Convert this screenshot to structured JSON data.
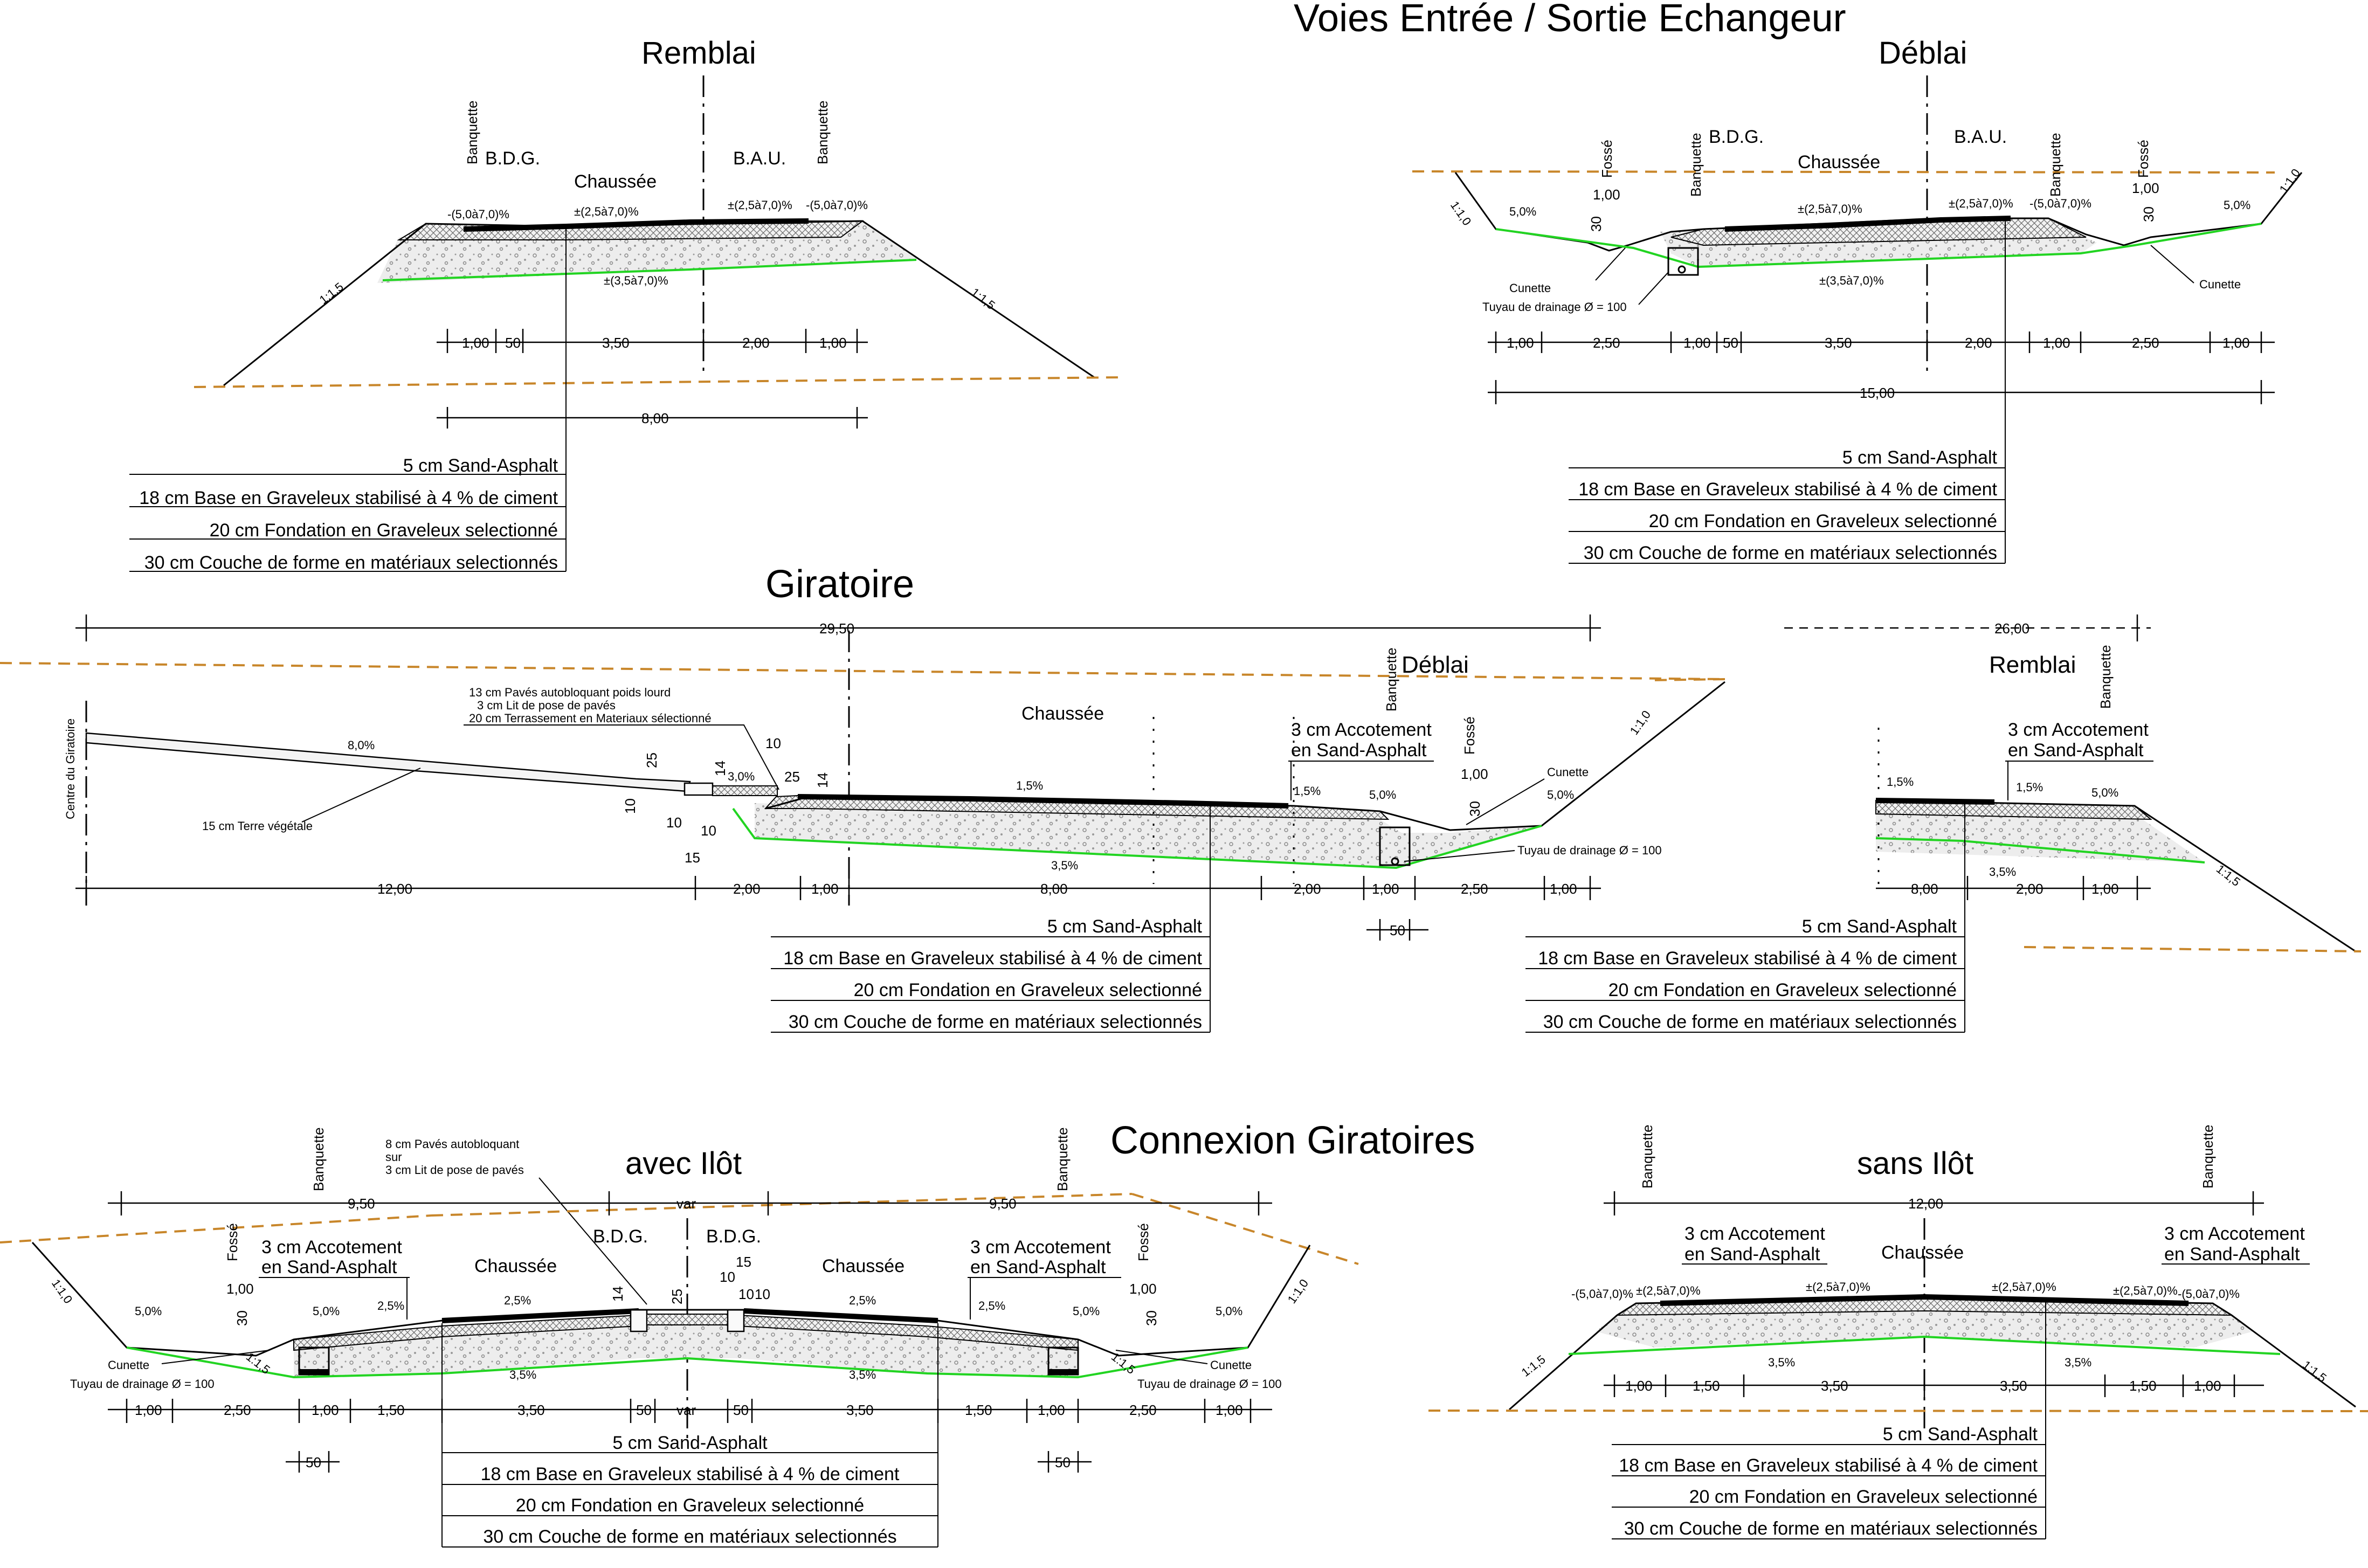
{
  "titles": {
    "main_top": "Voies Entrée / Sortie Echangeur",
    "giratoire": "Giratoire",
    "connexion": "Connexion Giratoires"
  },
  "voies_remblai": {
    "title": "Remblai",
    "labels": {
      "banquette_l": "Banquette",
      "banquette_r": "Banquette",
      "bdg": "B.D.G.",
      "bau": "B.A.U.",
      "chaussee": "Chaussée"
    },
    "slopes": {
      "l_outer": "-(5,0à7,0)%",
      "l_inner": "±(2,5à7,0)%",
      "r_inner": "±(2,5à7,0)%",
      "r_outer": "-(5,0à7,0)%",
      "bottom": "±(3,5à7,0)%",
      "talus_l": "1:1,5",
      "talus_r": "1:1,5"
    },
    "dims": [
      "1,00",
      "50",
      "3,50",
      "2,00",
      "1,00"
    ],
    "total": "8,00",
    "layers": [
      "5 cm Sand-Asphalt",
      "18 cm Base en Graveleux stabilisé à 4 % de ciment",
      "20 cm Fondation en Graveleux selectionné",
      "30 cm Couche de forme en matériaux selectionnés"
    ]
  },
  "voies_deblai": {
    "title": "Déblai",
    "labels": {
      "fosse_l": "Fossé",
      "banquette_l": "Banquette",
      "bdg": "B.D.G.",
      "bau": "B.A.U.",
      "banquette_r": "Banquette",
      "fosse_r": "Fossé",
      "chaussee": "Chaussée",
      "cunette_l": "Cunette",
      "cunette_r": "Cunette",
      "tuyau": "Tuyau de drainage Ø = 100"
    },
    "small": {
      "fosse_w_l": "1,00",
      "fosse_d_l": "30",
      "fosse_w_r": "1,00",
      "fosse_d_r": "30"
    },
    "slopes": {
      "talus_l": "1:1,0",
      "talus_r": "1:1,0",
      "l_out": "5,0%",
      "l_in": "±(2,5à7,0)%",
      "r_in": "±(2,5à7,0)%",
      "r_out": "-(5,0à7,0)%",
      "r_fosse": "5,0%",
      "bottom": "±(3,5à7,0)%"
    },
    "dims": [
      "1,00",
      "2,50",
      "1,00",
      "50",
      "3,50",
      "2,00",
      "1,00",
      "2,50",
      "1,00"
    ],
    "total": "15,00",
    "layers": [
      "5 cm Sand-Asphalt",
      "18 cm Base en Graveleux stabilisé à 4 % de ciment",
      "20 cm Fondation en Graveleux selectionné",
      "30 cm Couche de forme en matériaux selectionnés"
    ]
  },
  "giratoire": {
    "total_left": "29,50",
    "total_right": "26,00",
    "labels": {
      "centre": "Centre du Giratoire",
      "terre": "15 cm Terre végétale",
      "chaussee": "Chaussée",
      "deblai": "Déblai",
      "remblai": "Remblai",
      "banquette_d": "Banquette",
      "banquette_r": "Banquette",
      "fosse": "Fossé",
      "cunette": "Cunette",
      "tuyau": "Tuyau de drainage Ø = 100",
      "accot_d_1": "3 cm Accotement",
      "accot_d_2": "en Sand-Asphalt",
      "accot_r_1": "3 cm Accotement",
      "accot_r_2": "en Sand-Asphalt"
    },
    "paves": [
      "13 cm Pavés autobloquant poids lourd",
      "3 cm Lit de pose de pavés",
      "20 cm Terrassement en Materiaux sélectionné"
    ],
    "small": [
      "10",
      "25",
      "14",
      "25",
      "14",
      "10",
      "10",
      "10",
      "15",
      "3,0%",
      "1,00",
      "30"
    ],
    "slopes": {
      "ilot": "8,0%",
      "ch_top": "1,5%",
      "ch_bot": "3,5%",
      "acc": "1,5%",
      "bq": "5,0%",
      "fosse": "5,0%",
      "talus_d": "1:1,0",
      "r_acc": "1,5%",
      "r_ch": "1,5%",
      "r_bq": "5,0%",
      "r_bot": "3,5%",
      "talus_r": "1:1,5"
    },
    "dims": [
      "12,00",
      "2,00",
      "1,00",
      "8,00",
      "2,00",
      "1,00",
      "2,50",
      "1,00"
    ],
    "dims_r": [
      "8,00",
      "2,00",
      "1,00"
    ],
    "sub_dim": "50",
    "layers_d": [
      "5 cm Sand-Asphalt",
      "18 cm Base en Graveleux stabilisé à 4 % de ciment",
      "20 cm Fondation en Graveleux selectionné",
      "30 cm Couche de forme en matériaux selectionnés"
    ],
    "layers_r": [
      "5 cm Sand-Asphalt",
      "18 cm Base en Graveleux stabilisé à 4 % de ciment",
      "20 cm Fondation en Graveleux selectionné",
      "30 cm Couche de forme en matériaux selectionnés"
    ]
  },
  "avec_ilot": {
    "title": "avec Ilôt",
    "paves": [
      "8 cm Pavés autobloquant",
      "sur",
      "3 cm Lit de pose de pavés"
    ],
    "labels": {
      "banquette_l": "Banquette",
      "banquette_r": "Banquette",
      "fosse_l": "Fossé",
      "fosse_r": "Fossé",
      "accot_l_1": "3 cm Accotement",
      "accot_l_2": "en Sand-Asphalt",
      "accot_r_1": "3 cm Accotement",
      "accot_r_2": "en Sand-Asphalt",
      "chaussee_l": "Chaussée",
      "chaussee_r": "Chaussée",
      "bdg_l": "B.D.G.",
      "bdg_r": "B.D.G.",
      "cunette_l": "Cunette",
      "cunette_r": "Cunette",
      "tuyau_l": "Tuyau de drainage Ø = 100",
      "tuyau_r": "Tuyau de drainage Ø = 100"
    },
    "small": [
      "1,00",
      "30",
      "1,00",
      "30",
      "14",
      "25",
      "15",
      "10",
      "10",
      "10"
    ],
    "slopes": {
      "talus_l": "1:1,0",
      "talus_r": "1:1,0",
      "fl": "5,0%",
      "bl": "5,0%",
      "al": "2,5%",
      "cl": "2,5%",
      "cr": "2,5%",
      "ar": "2,5%",
      "br": "5,0%",
      "fr": "5,0%",
      "bot_l": "3,5%",
      "bot_r": "3,5%",
      "t15_l": "1:1,5",
      "t15_r": "1:1,5"
    },
    "top_dims": [
      "9,50",
      "var",
      "9,50"
    ],
    "dims": [
      "1,00",
      "2,50",
      "1,00",
      "1,50",
      "3,50",
      "50",
      "var",
      "50",
      "3,50",
      "1,50",
      "1,00",
      "2,50",
      "1,00"
    ],
    "sub_dim_l": "50",
    "sub_dim_r": "50",
    "layers": [
      "5 cm Sand-Asphalt",
      "18 cm Base en Graveleux stabilisé à 4 % de ciment",
      "20 cm Fondation en Graveleux selectionné",
      "30 cm Couche de forme en matériaux selectionnés"
    ]
  },
  "sans_ilot": {
    "title": "sans Ilôt",
    "labels": {
      "banquette_l": "Banquette",
      "banquette_r": "Banquette",
      "chaussee": "Chaussée",
      "accot_l_1": "3 cm Accotement",
      "accot_l_2": "en Sand-Asphalt",
      "accot_r_1": "3 cm Accotement",
      "accot_r_2": "en Sand-Asphalt"
    },
    "slopes": {
      "l_out": "-(5,0à7,0)%",
      "l_in": "±(2,5à7,0)%",
      "c_l": "±(2,5à7,0)%",
      "c_r": "±(2,5à7,0)%",
      "r_in": "±(2,5à7,0)%",
      "r_out": "-(5,0à7,0)%",
      "bot_l": "3,5%",
      "bot_r": "3,5%",
      "talus_l": "1:1,5",
      "talus_r": "1:1,5"
    },
    "top_dim": "12,00",
    "dims": [
      "1,00",
      "1,50",
      "3,50",
      "3,50",
      "1,50",
      "1,00"
    ],
    "layers": [
      "5 cm Sand-Asphalt",
      "18 cm Base en Graveleux stabilisé à 4 % de ciment",
      "20 cm Fondation en Graveleux selectionné",
      "30 cm Couche de forme en matériaux selectionnés"
    ]
  }
}
